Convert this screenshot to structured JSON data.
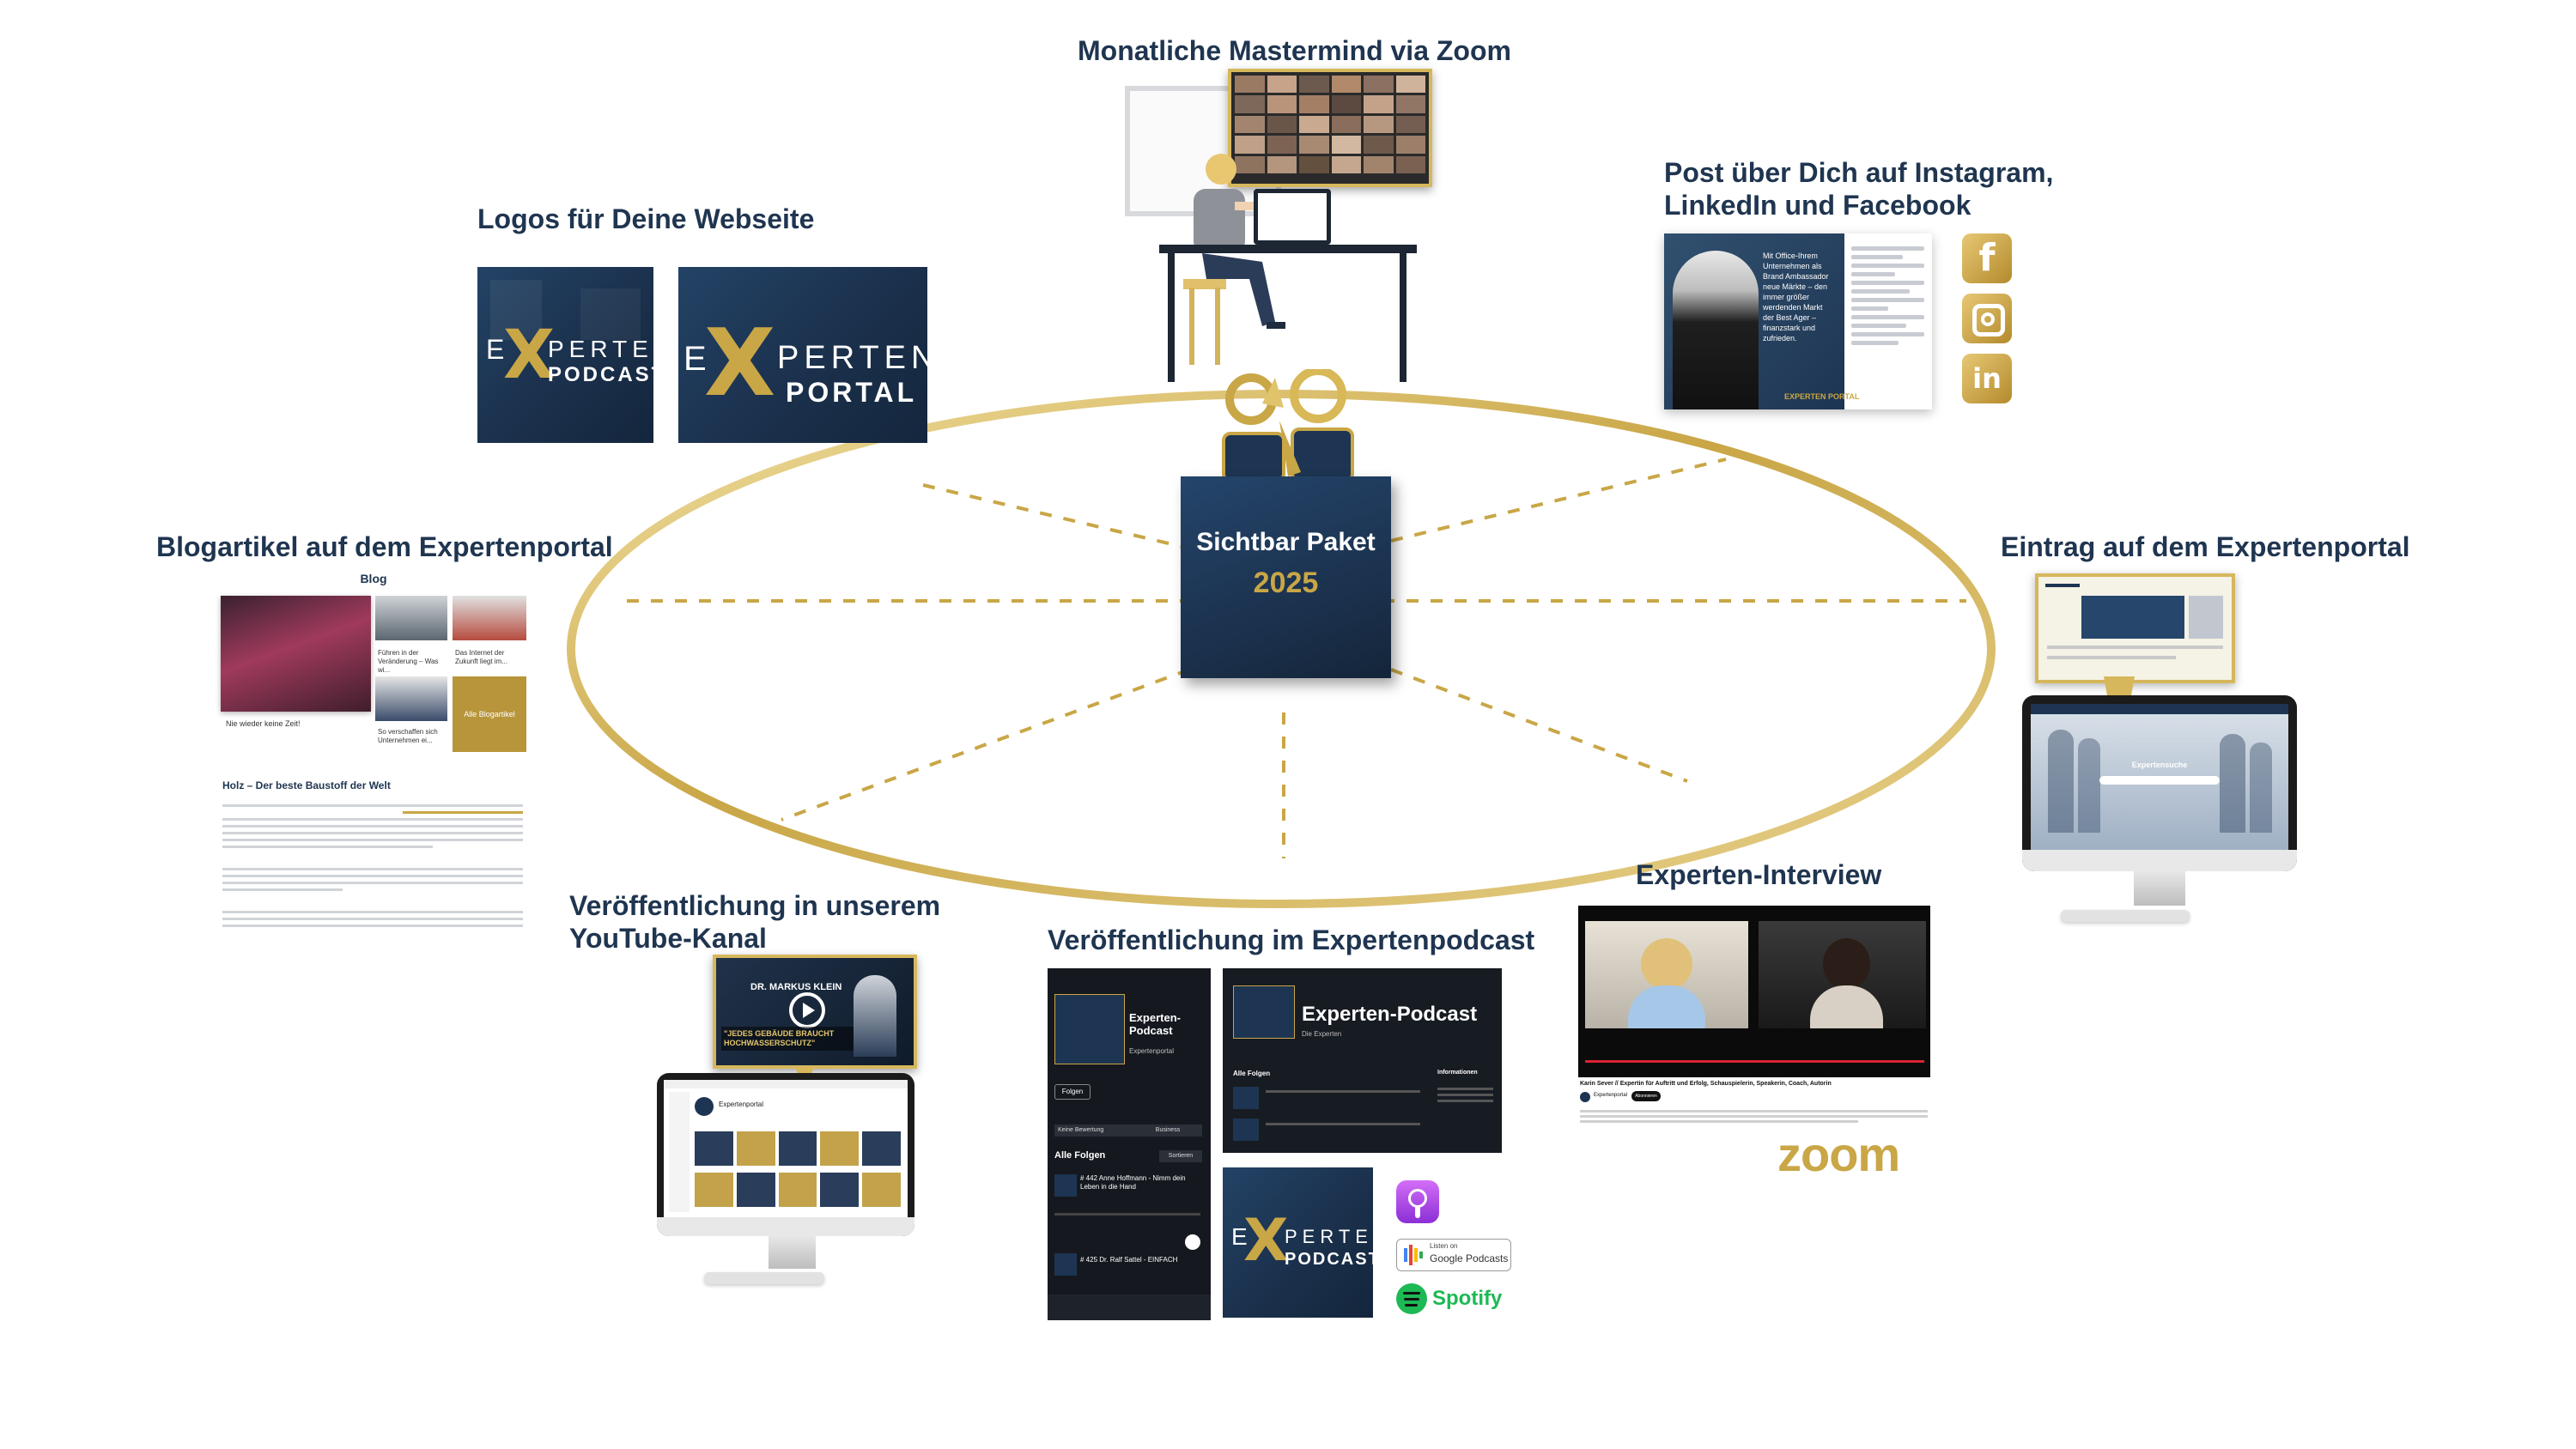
{
  "center": {
    "name": "Sichtbar Paket",
    "year": "2025"
  },
  "sections": {
    "mastermind": "Monatliche Mastermind via Zoom",
    "logos": "Logos für Deine Webseite",
    "social_post_line1": "Post über Dich auf Instagram,",
    "social_post_line2": "LinkedIn und Facebook",
    "blog": "Blogartikel auf dem Expertenportal",
    "entry": "Eintrag auf dem Expertenportal",
    "youtube_line1": "Veröffentlichung in unserem",
    "youtube_line2": "YouTube-Kanal",
    "podcast": "Veröffentlichung im Expertenpodcast",
    "interview": "Experten-Interview"
  },
  "logos": {
    "podcast_top": "PERTEN",
    "podcast_bottom": "PODCAST",
    "portal_top": "PERTEN",
    "portal_bottom": "PORTAL",
    "prefix": "E",
    "x": "X"
  },
  "blog_card": {
    "heading": "Blog",
    "caption1": "Nie wieder keine Zeit!",
    "caption2": "Führen in der Veränderung – Was wi...",
    "caption3": "Das Internet der Zukunft liegt im...",
    "caption4": "So verschaffen sich Unternehmen ei...",
    "all_button": "Alle Blogartikel",
    "article_title": "Holz – Der beste Baustoff der Welt"
  },
  "social_post": {
    "quote": "Mit Office-Ihrem Unternehmen als Brand Ambassador neue Märkte – den immer größer werdenden Markt der Best Ager – finanzstark und zufrieden.",
    "brand": "EXPERTEN PORTAL"
  },
  "social_icons": [
    "facebook-icon",
    "instagram-icon",
    "linkedin-icon"
  ],
  "social_labels": {
    "facebook": "f",
    "linkedin": "in"
  },
  "entry_screen": {
    "search_label": "Expertensuche"
  },
  "youtube": {
    "thumb_name": "DR. MARKUS KLEIN",
    "thumb_quote": "\"JEDES GEBÄUDE BRAUCHT HOCHWASSERSCHUTZ\"",
    "channel": "Expertenportal"
  },
  "podcast": {
    "app_title": "Experten-Podcast",
    "app_sub": "Expertenportal",
    "follow": "Folgen",
    "all_episodes": "Alle Folgen",
    "sort": "Sortieren",
    "rating": "Keine Bewertung",
    "category": "Business",
    "episode1": "# 442 Anne Hoffmann - Nimm dein Leben in die Hand",
    "episode2": "# 425 Dr. Ralf Sattel - EINFACH",
    "web_title": "Experten-Podcast",
    "web_sub": "Die Experten",
    "web_all": "Alle Folgen",
    "web_info": "Informationen",
    "apple_label": "Apple Podcasts",
    "google_small": "Listen on",
    "google_label": "Google Podcasts",
    "spotify_label": "Spotify"
  },
  "interview": {
    "video_title": "Karin Sever // Expertin für Auftritt und Erfolg, Schauspielerin, Speakerin, Coach, Autorin",
    "channel": "Expertenportal",
    "subscribe": "Abonnieren",
    "zoom": "zoom"
  },
  "colors": {
    "navy": "#1d3552",
    "gold": "#c9a646",
    "title": "#1f3550"
  }
}
